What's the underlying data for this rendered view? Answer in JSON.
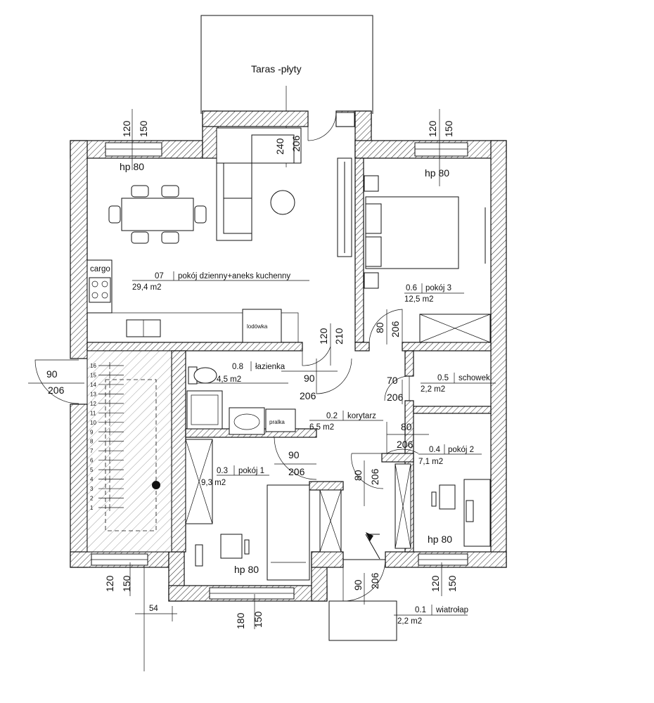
{
  "terrace": {
    "label": "Taras -płyty"
  },
  "rooms": [
    {
      "id": "r07",
      "number": "07",
      "name": "pokój dzienny+aneks kuchenny",
      "area": "29,4 m2"
    },
    {
      "id": "r06",
      "number": "0.6",
      "name": "pokój 3",
      "area": "12,5 m2"
    },
    {
      "id": "r08",
      "number": "0.8",
      "name": "łazienka",
      "area": "4,5 m2"
    },
    {
      "id": "r05",
      "number": "0.5",
      "name": "schowek",
      "area": "2,2 m2"
    },
    {
      "id": "r02",
      "number": "0.2",
      "name": "korytarz",
      "area": "6,5 m2"
    },
    {
      "id": "r04",
      "number": "0.4",
      "name": "pokój 2",
      "area": "7,1 m2"
    },
    {
      "id": "r03",
      "number": "0.3",
      "name": "pokój 1",
      "area": "9,3 m2"
    },
    {
      "id": "r01",
      "number": "0.1",
      "name": "wiatrołap",
      "area": "2,2 m2"
    }
  ],
  "labels": {
    "cargo": "cargo",
    "fridge": "lodówka",
    "washer": "pralka",
    "sill_heights": [
      "hp 80",
      "hp 80",
      "hp 80",
      "hp 80"
    ]
  },
  "dimensions": {
    "win_living": [
      "120",
      "150"
    ],
    "win_bedroom3": [
      "120",
      "150"
    ],
    "terrace_door": [
      "240",
      "206"
    ],
    "door_living": [
      "120",
      "210"
    ],
    "door_bedroom3": [
      "80",
      "206"
    ],
    "door_entry_left": [
      "90",
      "206"
    ],
    "door_bathroom": [
      "90",
      "206"
    ],
    "door_storage": [
      "70",
      "206"
    ],
    "door_room2": [
      "80",
      "206"
    ],
    "door_room1": [
      "90",
      "206"
    ],
    "door_corridor": [
      "80",
      "206"
    ],
    "door_vestibule": [
      "90",
      "206"
    ],
    "win_room1_left": [
      "120",
      "150"
    ],
    "win_room1_bottom": [
      "180",
      "150"
    ],
    "win_room2": [
      "120",
      "150"
    ],
    "offset": "54"
  },
  "stairs": {
    "steps": [
      "16",
      "15",
      "14",
      "13",
      "12",
      "11",
      "10",
      "9",
      "8",
      "7",
      "6",
      "5",
      "4",
      "3",
      "2",
      "1"
    ]
  }
}
